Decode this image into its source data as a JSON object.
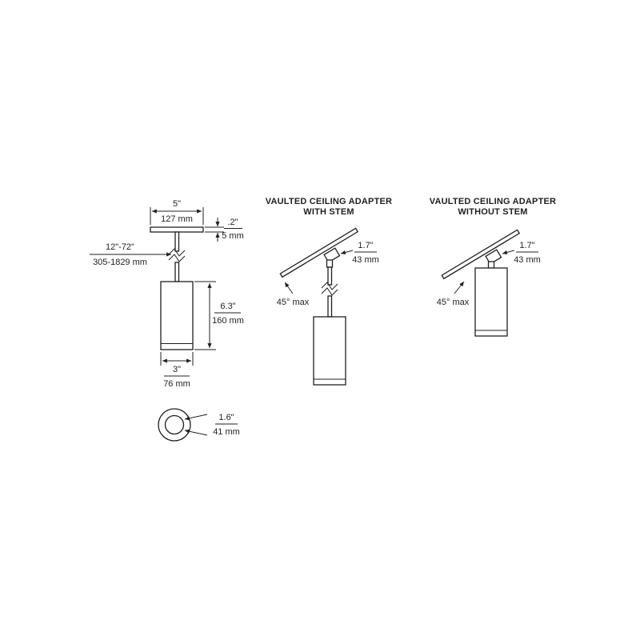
{
  "pendant": {
    "canopy_width_in": "5\"",
    "canopy_width_mm": "127 mm",
    "canopy_thickness_in": ".2\"",
    "canopy_thickness_mm": "5 mm",
    "stem_range_in": "12\"-72\"",
    "stem_range_mm": "305-1829 mm",
    "body_height_in": "6.3\"",
    "body_height_mm": "160 mm",
    "body_width_in": "3\"",
    "body_width_mm": "76 mm",
    "aperture_in": "1.6\"",
    "aperture_mm": "41 mm"
  },
  "adapter_with_stem": {
    "title_line1": "VAULTED CEILING ADAPTER",
    "title_line2": "WITH STEM",
    "offset_in": "1.7\"",
    "offset_mm": "43 mm",
    "tilt": "45° max"
  },
  "adapter_without_stem": {
    "title_line1": "VAULTED CEILING ADAPTER",
    "title_line2": "WITHOUT STEM",
    "offset_in": "1.7\"",
    "offset_mm": "43 mm",
    "tilt": "45° max"
  }
}
